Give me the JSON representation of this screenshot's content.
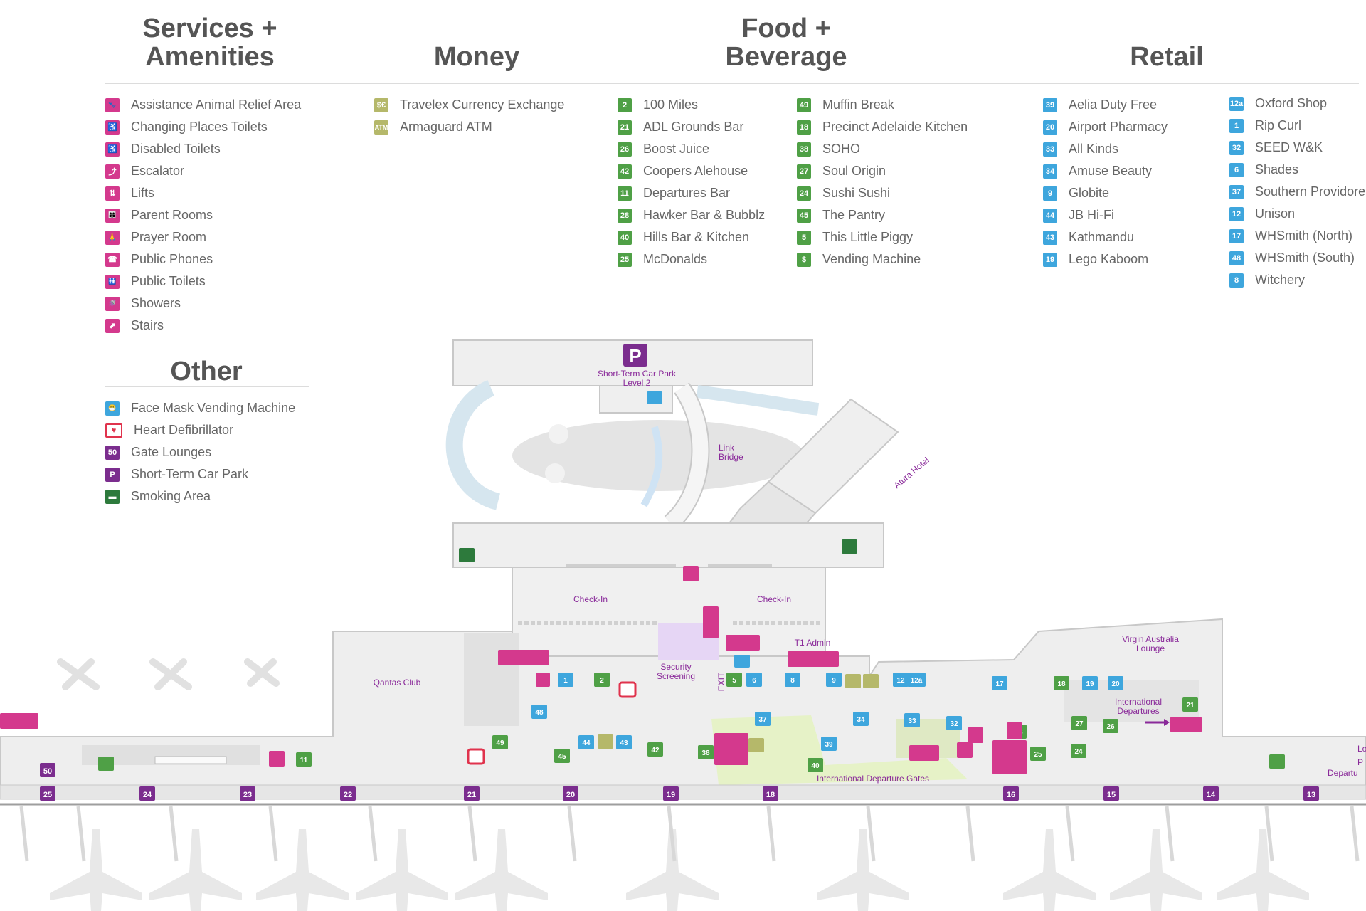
{
  "colors": {
    "services": "#d4398d",
    "money": "#b5b86a",
    "food": "#4fa046",
    "retail": "#3ea6dd",
    "gates": "#7b2d8e",
    "label_purple": "#8a2a9a",
    "floor": "#eeeeee",
    "wall": "#c8c8c8"
  },
  "headings": {
    "services": "Services + Amenities",
    "money": "Money",
    "food": "Food + Beverage",
    "retail": "Retail",
    "other": "Other"
  },
  "services": [
    {
      "icon": "paw-icon",
      "glyph": "🐾",
      "label": "Assistance Animal Relief Area"
    },
    {
      "icon": "changing-places-icon",
      "glyph": "♿",
      "label": "Changing Places Toilets"
    },
    {
      "icon": "wheelchair-icon",
      "glyph": "♿",
      "label": "Disabled Toilets"
    },
    {
      "icon": "escalator-icon",
      "glyph": "⤴",
      "label": "Escalator"
    },
    {
      "icon": "lift-icon",
      "glyph": "⇅",
      "label": "Lifts"
    },
    {
      "icon": "parent-room-icon",
      "glyph": "👪",
      "label": "Parent Rooms"
    },
    {
      "icon": "prayer-icon",
      "glyph": "🙏",
      "label": "Prayer Room"
    },
    {
      "icon": "phone-icon",
      "glyph": "☎",
      "label": "Public Phones"
    },
    {
      "icon": "toilets-icon",
      "glyph": "🚻",
      "label": "Public Toilets"
    },
    {
      "icon": "shower-icon",
      "glyph": "🚿",
      "label": "Showers"
    },
    {
      "icon": "stairs-icon",
      "glyph": "⬈",
      "label": "Stairs"
    }
  ],
  "money": [
    {
      "icon": "currency-exchange-icon",
      "glyph": "$€",
      "label": "Travelex Currency Exchange"
    },
    {
      "icon": "atm-icon",
      "glyph": "ATM",
      "label": "Armaguard ATM"
    }
  ],
  "food_col1": [
    {
      "num": "2",
      "label": "100 Miles"
    },
    {
      "num": "21",
      "label": "ADL Grounds Bar"
    },
    {
      "num": "26",
      "label": "Boost Juice"
    },
    {
      "num": "42",
      "label": "Coopers Alehouse"
    },
    {
      "num": "11",
      "label": "Departures Bar"
    },
    {
      "num": "28",
      "label": "Hawker Bar & Bubblz"
    },
    {
      "num": "40",
      "label": "Hills Bar & Kitchen"
    },
    {
      "num": "25",
      "label": "McDonalds"
    }
  ],
  "food_col2": [
    {
      "num": "49",
      "label": "Muffin Break"
    },
    {
      "num": "18",
      "label": "Precinct Adelaide Kitchen"
    },
    {
      "num": "38",
      "label": "SOHO"
    },
    {
      "num": "27",
      "label": "Soul Origin"
    },
    {
      "num": "24",
      "label": "Sushi Sushi"
    },
    {
      "num": "45",
      "label": "The Pantry"
    },
    {
      "num": "5",
      "label": "This Little Piggy"
    },
    {
      "num": "$",
      "label": "Vending Machine"
    }
  ],
  "retail_col1": [
    {
      "num": "39",
      "label": "Aelia Duty Free"
    },
    {
      "num": "20",
      "label": "Airport Pharmacy"
    },
    {
      "num": "33",
      "label": "All Kinds"
    },
    {
      "num": "34",
      "label": "Amuse Beauty"
    },
    {
      "num": "9",
      "label": "Globite"
    },
    {
      "num": "44",
      "label": "JB Hi-Fi"
    },
    {
      "num": "43",
      "label": "Kathmandu"
    },
    {
      "num": "19",
      "label": "Lego Kaboom"
    }
  ],
  "retail_col2": [
    {
      "num": "12a",
      "label": "Oxford Shop"
    },
    {
      "num": "1",
      "label": "Rip Curl"
    },
    {
      "num": "32",
      "label": "SEED W&K"
    },
    {
      "num": "6",
      "label": "Shades"
    },
    {
      "num": "37",
      "label": "Southern Providore"
    },
    {
      "num": "12",
      "label": "Unison"
    },
    {
      "num": "17",
      "label": "WHSmith (North)"
    },
    {
      "num": "48",
      "label": "WHSmith (South)"
    },
    {
      "num": "8",
      "label": "Witchery"
    }
  ],
  "other": [
    {
      "icon": "face-mask-icon",
      "cls": "i-blue",
      "glyph": "😷",
      "label": "Face Mask Vending Machine"
    },
    {
      "icon": "heart-defibrillator-icon",
      "cls": "i-red",
      "glyph": "♥",
      "label": "Heart Defibrillator"
    },
    {
      "icon": "gate-lounge-icon",
      "cls": "i-purple",
      "glyph": "50",
      "label": "Gate Lounges"
    },
    {
      "icon": "parking-icon",
      "cls": "i-purple",
      "glyph": "P",
      "label": "Short-Term Car Park"
    },
    {
      "icon": "smoking-area-icon",
      "cls": "i-smoke",
      "glyph": "▬",
      "label": "Smoking Area"
    }
  ],
  "map": {
    "car_park": {
      "glyph": "P",
      "label_line1": "Short-Term Car Park",
      "label_line2": "Level 2"
    },
    "link_bridge": [
      "Link",
      "Bridge"
    ],
    "hotel": "Atura Hotel",
    "check_in": [
      "Check-In",
      "Check-In"
    ],
    "security": [
      "Security",
      "Screening"
    ],
    "t1_admin": "T1 Admin",
    "exit": "EXIT",
    "qantas": "Qantas Club",
    "virgin": [
      "Virgin Australia",
      "Lounge"
    ],
    "intl_departures": [
      "International",
      "Departures"
    ],
    "intl_gates": "International Departure Gates",
    "right_edge": [
      "Lo",
      "P",
      "Departu"
    ],
    "gate_lounge_50": "50",
    "gates": [
      "25",
      "24",
      "23",
      "22",
      "21",
      "20",
      "19",
      "18",
      "16",
      "15",
      "14",
      "13"
    ],
    "stores": [
      {
        "n": "1",
        "c": "retail"
      },
      {
        "n": "2",
        "c": "food"
      },
      {
        "n": "48",
        "c": "retail"
      },
      {
        "n": "49",
        "c": "food"
      },
      {
        "n": "45",
        "c": "food"
      },
      {
        "n": "44",
        "c": "retail"
      },
      {
        "n": "43",
        "c": "retail"
      },
      {
        "n": "42",
        "c": "food"
      },
      {
        "n": "38",
        "c": "food"
      },
      {
        "n": "5",
        "c": "food"
      },
      {
        "n": "6",
        "c": "retail"
      },
      {
        "n": "8",
        "c": "retail"
      },
      {
        "n": "9",
        "c": "retail"
      },
      {
        "n": "12",
        "c": "retail"
      },
      {
        "n": "12a",
        "c": "retail"
      },
      {
        "n": "37",
        "c": "retail"
      },
      {
        "n": "34",
        "c": "retail"
      },
      {
        "n": "33",
        "c": "retail"
      },
      {
        "n": "32",
        "c": "retail"
      },
      {
        "n": "39",
        "c": "retail"
      },
      {
        "n": "40",
        "c": "food"
      },
      {
        "n": "17",
        "c": "retail"
      },
      {
        "n": "18",
        "c": "food"
      },
      {
        "n": "19",
        "c": "retail"
      },
      {
        "n": "20",
        "c": "retail"
      },
      {
        "n": "21",
        "c": "food"
      },
      {
        "n": "27",
        "c": "food"
      },
      {
        "n": "26",
        "c": "food"
      },
      {
        "n": "24",
        "c": "food"
      },
      {
        "n": "28",
        "c": "food"
      },
      {
        "n": "25",
        "c": "food"
      },
      {
        "n": "11",
        "c": "food"
      }
    ]
  }
}
